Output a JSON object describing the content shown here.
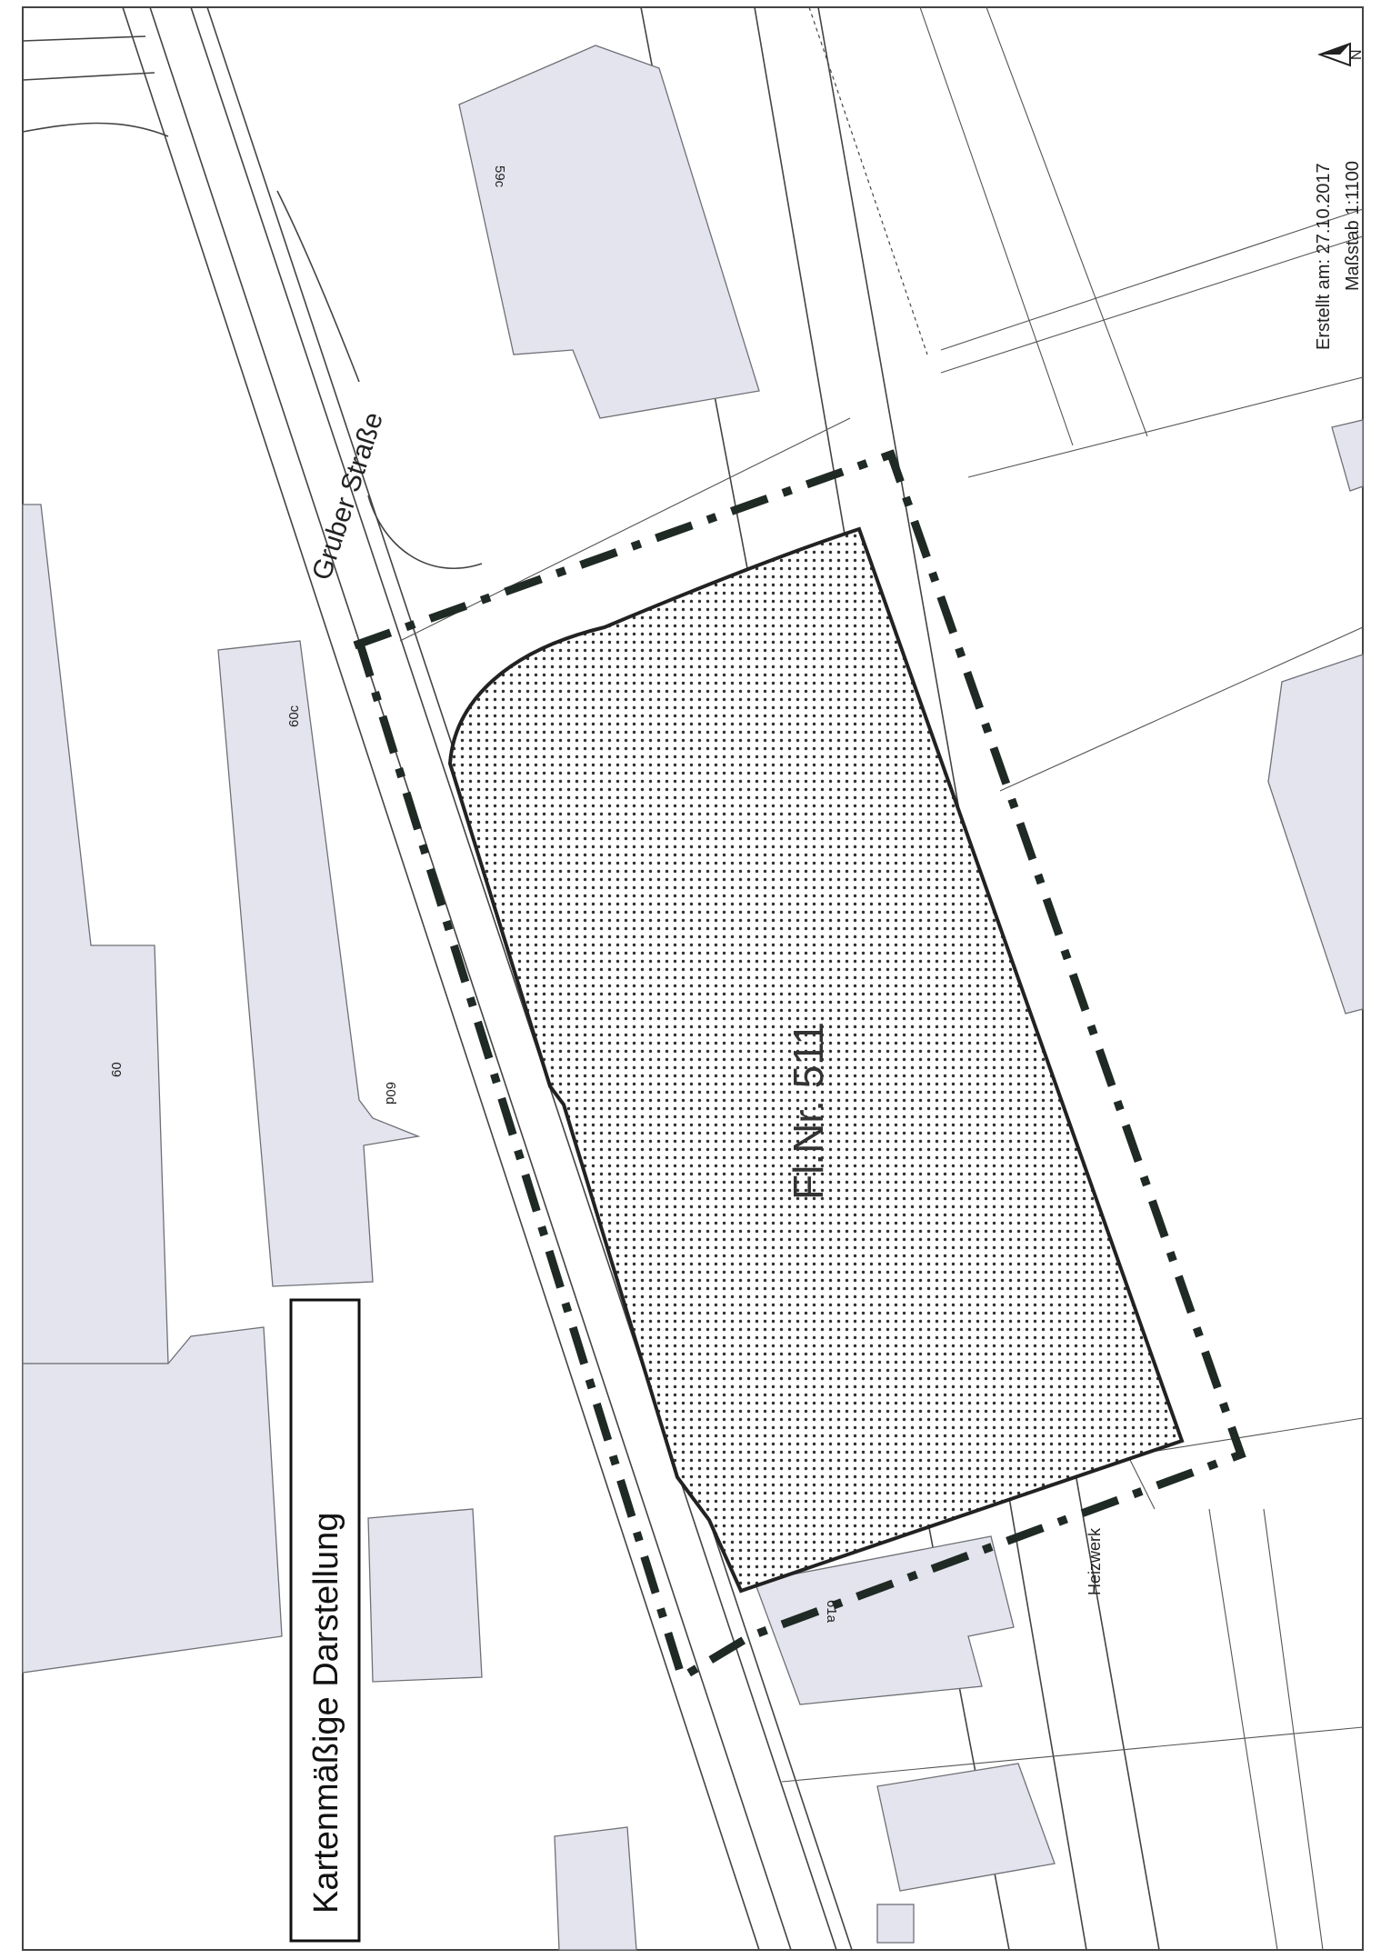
{
  "map": {
    "title": "Kartenmäßige Darstellung",
    "street_name": "Gruber Straße",
    "parcel_label": "Fl.Nr. 511",
    "created_text": "Erstellt am: 27.10.2017",
    "scale_text": "Maßstab 1:1100",
    "north_label": "N",
    "heating_plant_label": "Heizwerk",
    "house_numbers": {
      "n59c": "59c",
      "n60c": "60c",
      "n60": "60",
      "n60d": "60d",
      "n61a": "61a"
    },
    "icons": {
      "north_arrow": "north-arrow-icon"
    },
    "colors": {
      "building_fill": "#e3e4ee",
      "boundary_dashdot": "#1f2a24",
      "parcel_stipple": "#333333"
    }
  }
}
